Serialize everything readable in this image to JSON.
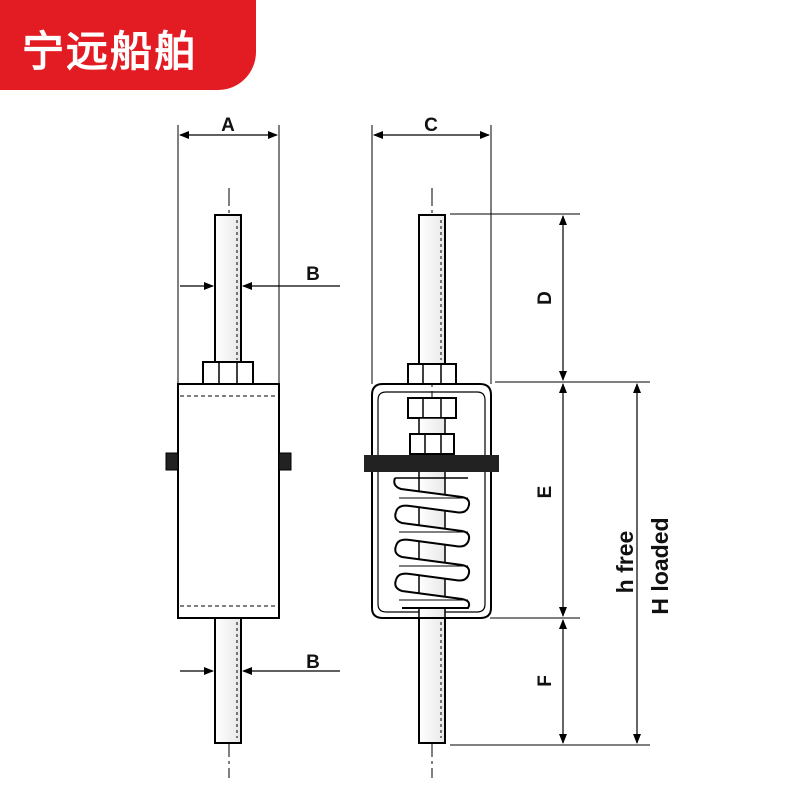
{
  "brand": {
    "name": "宁远船舶",
    "color": "#e31b23"
  },
  "dimensions": {
    "A": "A",
    "B_top": "B",
    "B_bottom": "B",
    "C": "C",
    "D": "D",
    "E": "E",
    "F": "F",
    "h_free": "h free",
    "H_loaded": "H loaded"
  }
}
